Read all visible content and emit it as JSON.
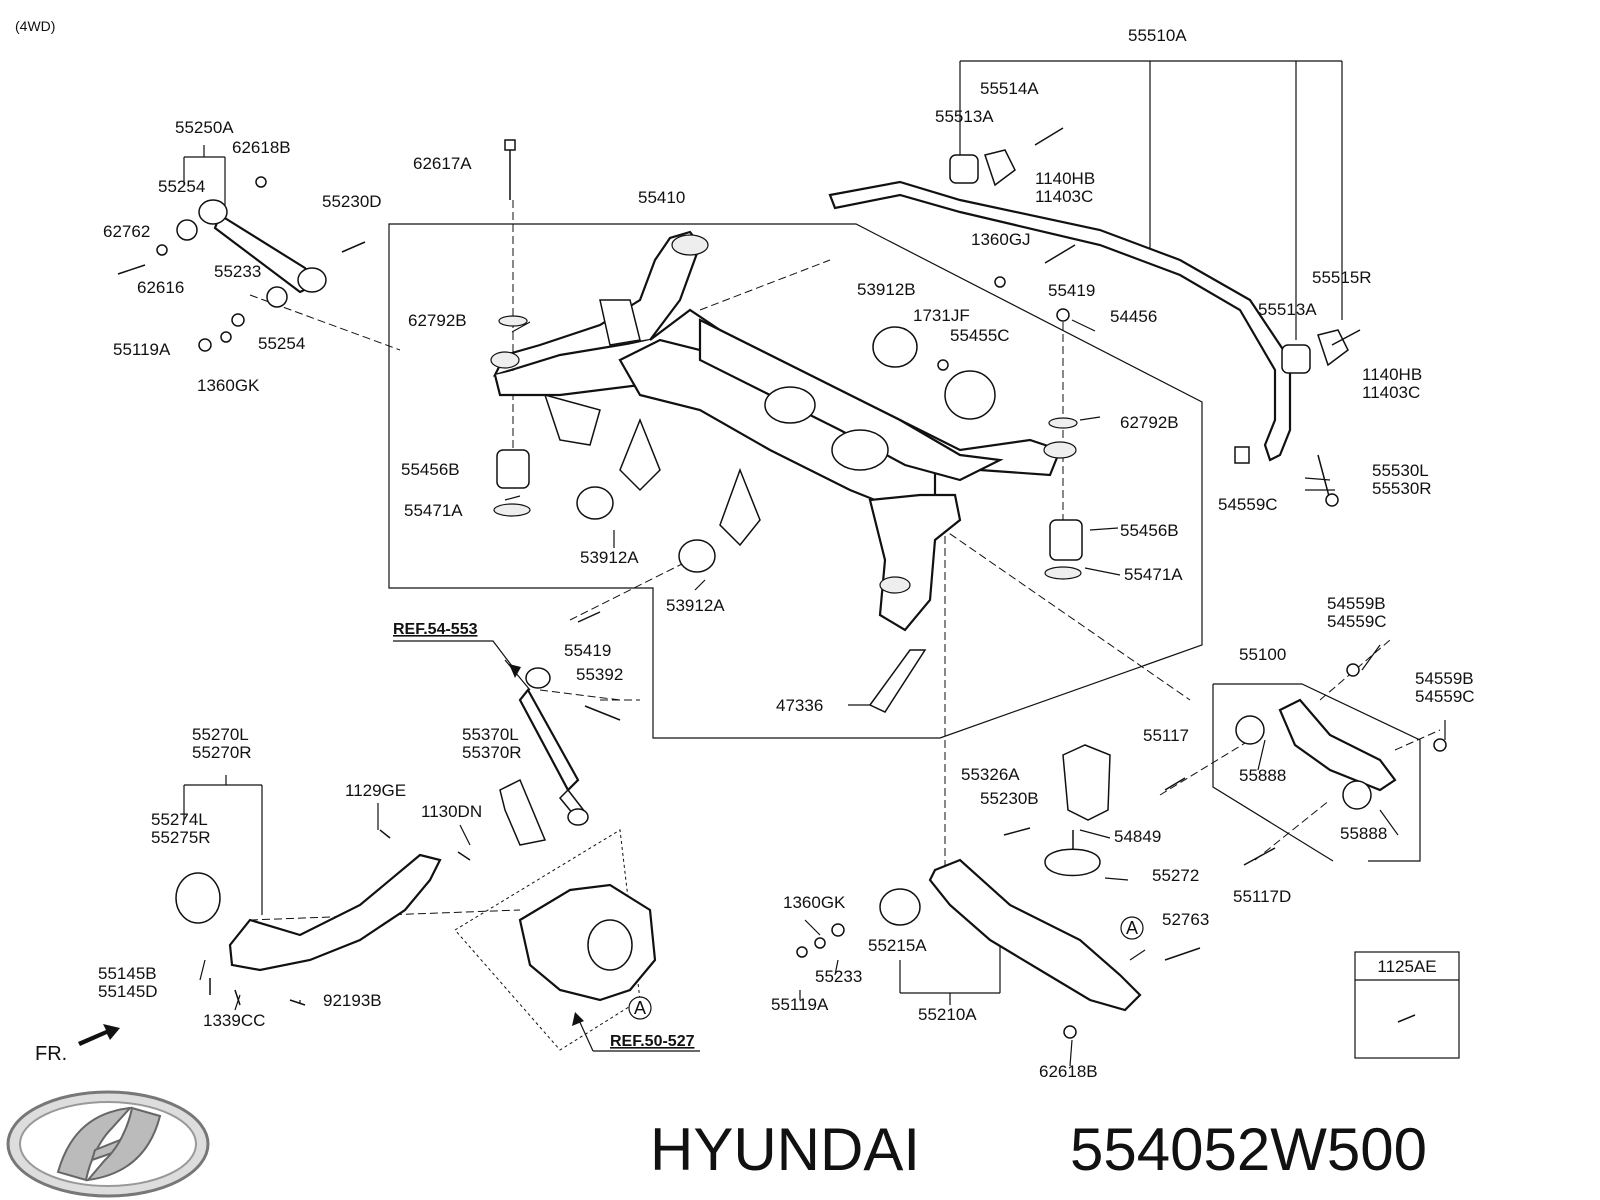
{
  "header_note": "(4WD)",
  "brand": "HYUNDAI",
  "part_number": "554052W500",
  "fr_label": "FR.",
  "callout_a": "A",
  "refs": [
    {
      "key": "ref_54_553",
      "text": "REF.54-553"
    },
    {
      "key": "ref_50_527",
      "text": "REF.50-527"
    }
  ],
  "box_label": "1125AE",
  "labels": [
    {
      "key": "l_55510A",
      "text": "55510A"
    },
    {
      "key": "l_55514A",
      "text": "55514A"
    },
    {
      "key": "l_55513A_top",
      "text": "55513A"
    },
    {
      "key": "l_1140HB_top",
      "text": "1140HB"
    },
    {
      "key": "l_11403C_top",
      "text": "11403C"
    },
    {
      "key": "l_55250A",
      "text": "55250A"
    },
    {
      "key": "l_62618B_top",
      "text": "62618B"
    },
    {
      "key": "l_62617A",
      "text": "62617A"
    },
    {
      "key": "l_55410",
      "text": "55410"
    },
    {
      "key": "l_55254_top",
      "text": "55254"
    },
    {
      "key": "l_55230D",
      "text": "55230D"
    },
    {
      "key": "l_62762",
      "text": "62762"
    },
    {
      "key": "l_62616",
      "text": "62616"
    },
    {
      "key": "l_55233_top",
      "text": "55233"
    },
    {
      "key": "l_1360GJ",
      "text": "1360GJ"
    },
    {
      "key": "l_55419_top",
      "text": "55419"
    },
    {
      "key": "l_53912B",
      "text": "53912B"
    },
    {
      "key": "l_55515R",
      "text": "55515R"
    },
    {
      "key": "l_55513A_right",
      "text": "55513A"
    },
    {
      "key": "l_1731JF",
      "text": "1731JF"
    },
    {
      "key": "l_54456",
      "text": "54456"
    },
    {
      "key": "l_62792B_left",
      "text": "62792B"
    },
    {
      "key": "l_55455C",
      "text": "55455C"
    },
    {
      "key": "l_1140HB_right",
      "text": "1140HB"
    },
    {
      "key": "l_11403C_right",
      "text": "11403C"
    },
    {
      "key": "l_55119A_top",
      "text": "55119A"
    },
    {
      "key": "l_55254_mid",
      "text": "55254"
    },
    {
      "key": "l_1360GK_top",
      "text": "1360GK"
    },
    {
      "key": "l_62792B_right",
      "text": "62792B"
    },
    {
      "key": "l_55456B_left",
      "text": "55456B"
    },
    {
      "key": "l_55530L",
      "text": "55530L"
    },
    {
      "key": "l_55530R",
      "text": "55530R"
    },
    {
      "key": "l_54559C_top",
      "text": "54559C"
    },
    {
      "key": "l_55471A_left",
      "text": "55471A"
    },
    {
      "key": "l_55456B_right",
      "text": "55456B"
    },
    {
      "key": "l_53912A_left",
      "text": "53912A"
    },
    {
      "key": "l_55471A_right",
      "text": "55471A"
    },
    {
      "key": "l_53912A_mid",
      "text": "53912A"
    },
    {
      "key": "l_54559B_a",
      "text": "54559B"
    },
    {
      "key": "l_54559C_a",
      "text": "54559C"
    },
    {
      "key": "l_55419_bot",
      "text": "55419"
    },
    {
      "key": "l_55100",
      "text": "55100"
    },
    {
      "key": "l_55392",
      "text": "55392"
    },
    {
      "key": "l_54559B_b",
      "text": "54559B"
    },
    {
      "key": "l_54559C_b",
      "text": "54559C"
    },
    {
      "key": "l_47336",
      "text": "47336"
    },
    {
      "key": "l_55270L",
      "text": "55270L"
    },
    {
      "key": "l_55270R",
      "text": "55270R"
    },
    {
      "key": "l_55370L",
      "text": "55370L"
    },
    {
      "key": "l_55370R",
      "text": "55370R"
    },
    {
      "key": "l_55117",
      "text": "55117"
    },
    {
      "key": "l_55326A",
      "text": "55326A"
    },
    {
      "key": "l_55888_top",
      "text": "55888"
    },
    {
      "key": "l_1129GE",
      "text": "1129GE"
    },
    {
      "key": "l_55230B",
      "text": "55230B"
    },
    {
      "key": "l_55274L",
      "text": "55274L"
    },
    {
      "key": "l_55275R",
      "text": "55275R"
    },
    {
      "key": "l_1130DN",
      "text": "1130DN"
    },
    {
      "key": "l_54849",
      "text": "54849"
    },
    {
      "key": "l_55888_bot",
      "text": "55888"
    },
    {
      "key": "l_55272",
      "text": "55272"
    },
    {
      "key": "l_55117D",
      "text": "55117D"
    },
    {
      "key": "l_1360GK_bot",
      "text": "1360GK"
    },
    {
      "key": "l_52763",
      "text": "52763"
    },
    {
      "key": "l_55215A",
      "text": "55215A"
    },
    {
      "key": "l_55145B",
      "text": "55145B"
    },
    {
      "key": "l_55145D",
      "text": "55145D"
    },
    {
      "key": "l_92193B",
      "text": "92193B"
    },
    {
      "key": "l_55233_bot",
      "text": "55233"
    },
    {
      "key": "l_1339CC",
      "text": "1339CC"
    },
    {
      "key": "l_55119A_bot",
      "text": "55119A"
    },
    {
      "key": "l_55210A",
      "text": "55210A"
    },
    {
      "key": "l_62618B_bot",
      "text": "62618B"
    }
  ]
}
